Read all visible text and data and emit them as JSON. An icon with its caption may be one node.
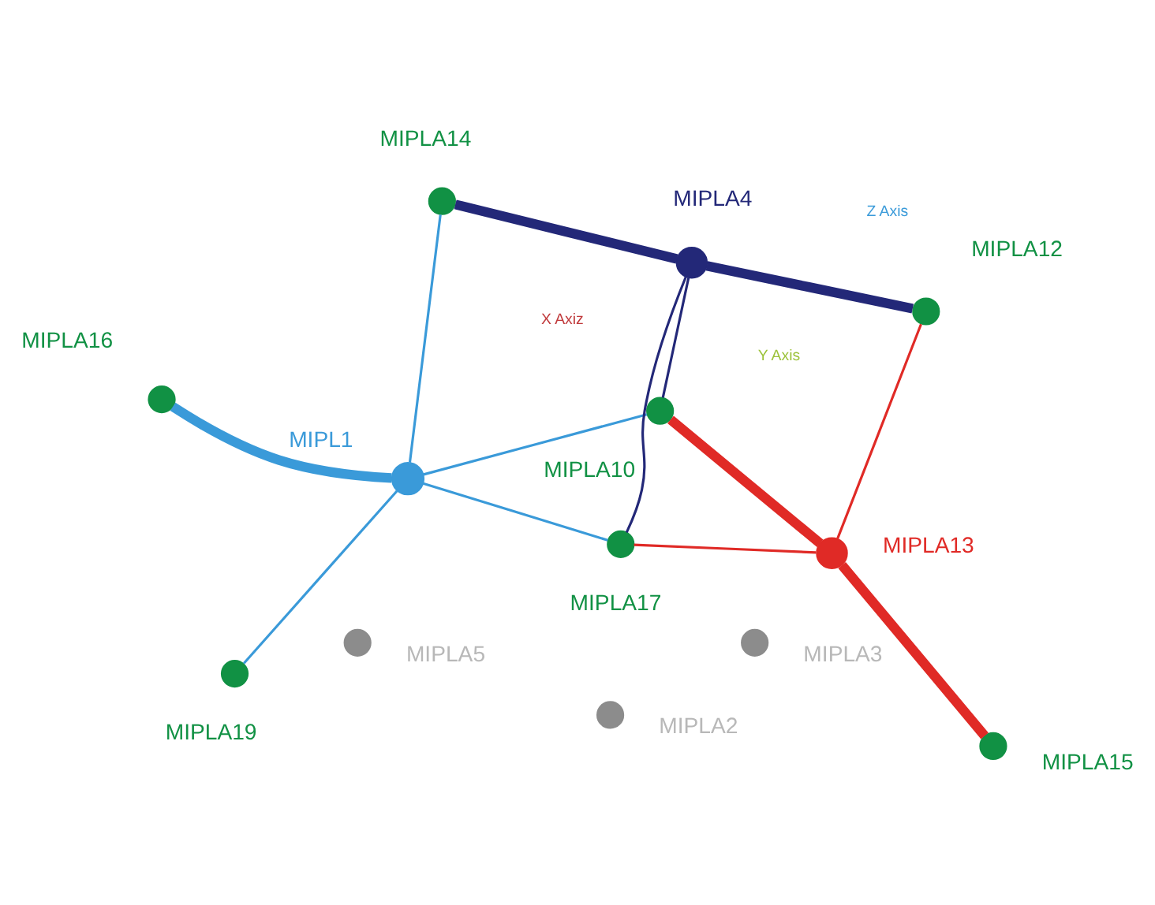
{
  "diagram": {
    "nodes": [
      {
        "text": [],
        "shape": "circle",
        "beside": [
          "MIPLA19"
        ]
      },
      {
        "text": [],
        "shape": "circle",
        "beside": [
          "MIPLA3"
        ]
      },
      {
        "text": [],
        "shape": "circle",
        "beside": [
          "MIPLA16"
        ]
      },
      {
        "text": [],
        "shape": "circle",
        "beside": [
          "MIPL1"
        ]
      },
      {
        "text": [],
        "shape": "circle",
        "beside": [
          "MIPLA17"
        ]
      },
      {
        "text": [],
        "shape": "circle",
        "beside": [
          "MIPLA5"
        ]
      },
      {
        "text": [],
        "shape": "circle",
        "beside": [
          "MIPLA2"
        ]
      },
      {
        "text": [],
        "shape": "circle",
        "beside": [
          "MIPLA4"
        ]
      },
      {
        "text": [],
        "shape": "circle",
        "beside": [
          "MIPLA10"
        ]
      },
      {
        "text": [],
        "shape": "circle",
        "beside": [
          "MIPLA13"
        ]
      },
      {
        "text": [],
        "shape": "circle",
        "beside": [
          "MIPLA14"
        ]
      },
      {
        "text": [],
        "shape": "circle",
        "beside": [
          "MIPLA15"
        ]
      },
      {
        "text": [],
        "shape": "circle",
        "beside": [
          "MIPLA12"
        ]
      }
    ],
    "edges": [
      {
        "from": 3,
        "to": 0,
        "arrow": "none",
        "color": "#3a9ad9"
      },
      {
        "from": 3,
        "to": 2,
        "arrow": "none",
        "style": "thick",
        "color": "#3a9ad9"
      },
      {
        "from": 3,
        "to": 4,
        "arrow": "none",
        "color": "#3a9ad9"
      },
      {
        "from": 3,
        "to": 8,
        "arrow": "none",
        "color": "#3a9ad9"
      },
      {
        "from": 3,
        "to": 10,
        "arrow": "none",
        "color": "#3a9ad9"
      },
      {
        "from": 7,
        "to": 4,
        "arrow": "none",
        "color": "#232878"
      },
      {
        "from": 7,
        "to": 8,
        "arrow": "none",
        "color": "#232878"
      },
      {
        "from": 7,
        "to": 10,
        "arrow": "none",
        "style": "thick",
        "color": "#232878"
      },
      {
        "from": 7,
        "to": 12,
        "arrow": "none",
        "style": "thick",
        "color": "#232878"
      },
      {
        "from": 9,
        "to": 4,
        "arrow": "none",
        "color": "#e02a26"
      },
      {
        "from": 9,
        "to": 8,
        "arrow": "none",
        "style": "thick",
        "color": "#e02a26"
      },
      {
        "from": 9,
        "to": 11,
        "arrow": "none",
        "style": "thick",
        "color": "#e02a26"
      },
      {
        "from": 9,
        "to": 12,
        "arrow": "none",
        "color": "#e02a26"
      }
    ],
    "labels": [
      "X Axiz",
      "Y Axis",
      "Z Axis"
    ]
  }
}
